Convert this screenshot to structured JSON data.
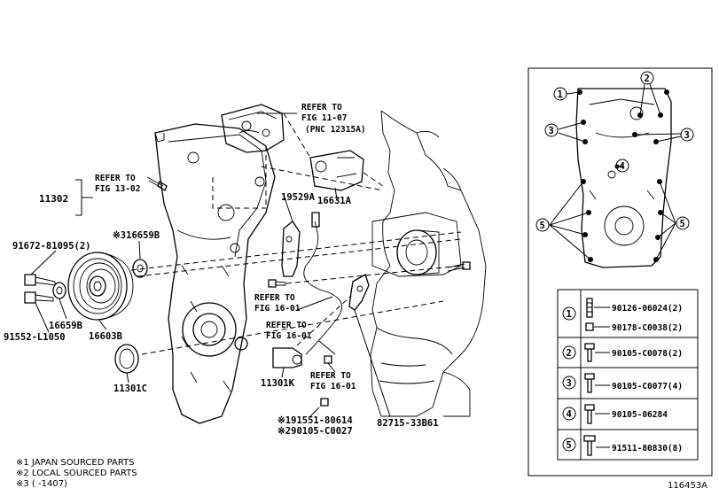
{
  "labels": {
    "refer_fig11": [
      "REFER TO",
      "FIG 11-07",
      "(PNC 12315A)"
    ],
    "refer_fig13": [
      "REFER TO",
      "FIG 13-02"
    ],
    "refer_fig16_a": [
      "REFER TO",
      "FIG 16-01"
    ],
    "refer_fig16_b": [
      "REFER TO",
      "FIG 16-01"
    ],
    "refer_fig16_c": [
      "REFER TO",
      "FIG 16-01"
    ],
    "p11302": "11302",
    "p19529A": "19529A",
    "p16631A": "16631A",
    "p16659B_x3": "※316659B",
    "p91672": "91672-81095(2)",
    "p16659B": "16659B",
    "p16603B": "16603B",
    "p91552": "91552-L1050",
    "p11301C": "11301C",
    "p11301K": "11301K",
    "p82715": "82715-33B61",
    "p91551": "※191551-80614",
    "p90105_c0027": "※290105-C0027"
  },
  "inset_callouts": [
    "1",
    "2",
    "3",
    "3",
    "4",
    "5",
    "5"
  ],
  "legend": [
    {
      "num": "1",
      "parts": [
        "90126-06024(2)",
        "90178-C0038(2)"
      ]
    },
    {
      "num": "2",
      "parts": [
        "90105-C0078(2)"
      ]
    },
    {
      "num": "3",
      "parts": [
        "90105-C0077(4)"
      ]
    },
    {
      "num": "4",
      "parts": [
        "90105-06284"
      ]
    },
    {
      "num": "5",
      "parts": [
        "91511-80830(8)"
      ]
    }
  ],
  "footnotes": [
    "※1 JAPAN SOURCED PARTS",
    "※2 LOCAL SOURCED PARTS",
    "※3 (      -1407)"
  ],
  "diagram_id": "116453A"
}
